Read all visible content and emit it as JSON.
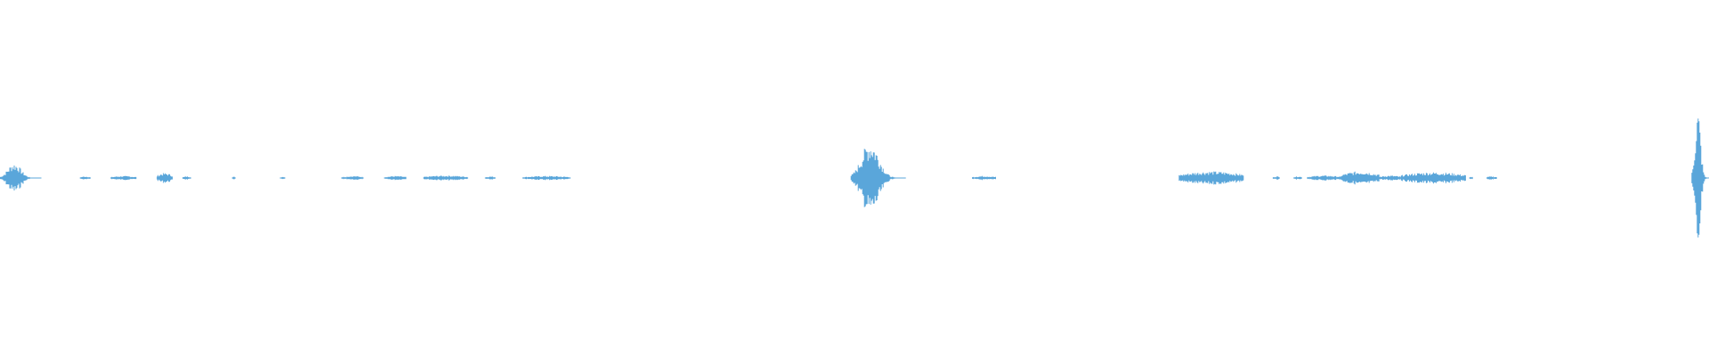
{
  "waveform": {
    "color": "#5aa6da",
    "background": "#ffffff",
    "duration_fraction_note": "",
    "segments": [
      {
        "start": 0.0,
        "end": 0.024,
        "peak": 0.09
      },
      {
        "start": 0.047,
        "end": 0.053,
        "peak": 0.01
      },
      {
        "start": 0.065,
        "end": 0.08,
        "peak": 0.012
      },
      {
        "start": 0.092,
        "end": 0.101,
        "peak": 0.03
      },
      {
        "start": 0.107,
        "end": 0.112,
        "peak": 0.01
      },
      {
        "start": 0.136,
        "end": 0.138,
        "peak": 0.008
      },
      {
        "start": 0.164,
        "end": 0.167,
        "peak": 0.008
      },
      {
        "start": 0.2,
        "end": 0.213,
        "peak": 0.012
      },
      {
        "start": 0.225,
        "end": 0.238,
        "peak": 0.012
      },
      {
        "start": 0.248,
        "end": 0.274,
        "peak": 0.015
      },
      {
        "start": 0.284,
        "end": 0.29,
        "peak": 0.01
      },
      {
        "start": 0.306,
        "end": 0.334,
        "peak": 0.012
      },
      {
        "start": 0.498,
        "end": 0.53,
        "peak": 0.22
      },
      {
        "start": 0.569,
        "end": 0.583,
        "peak": 0.012
      },
      {
        "start": 0.69,
        "end": 0.728,
        "peak": 0.04
      },
      {
        "start": 0.745,
        "end": 0.749,
        "peak": 0.01
      },
      {
        "start": 0.757,
        "end": 0.762,
        "peak": 0.01
      },
      {
        "start": 0.765,
        "end": 0.785,
        "peak": 0.015
      },
      {
        "start": 0.785,
        "end": 0.807,
        "peak": 0.04
      },
      {
        "start": 0.807,
        "end": 0.82,
        "peak": 0.015
      },
      {
        "start": 0.82,
        "end": 0.858,
        "peak": 0.035
      },
      {
        "start": 0.86,
        "end": 0.862,
        "peak": 0.008
      },
      {
        "start": 0.87,
        "end": 0.876,
        "peak": 0.01
      },
      {
        "start": 0.99,
        "end": 1.0,
        "peak": 0.42
      }
    ]
  }
}
